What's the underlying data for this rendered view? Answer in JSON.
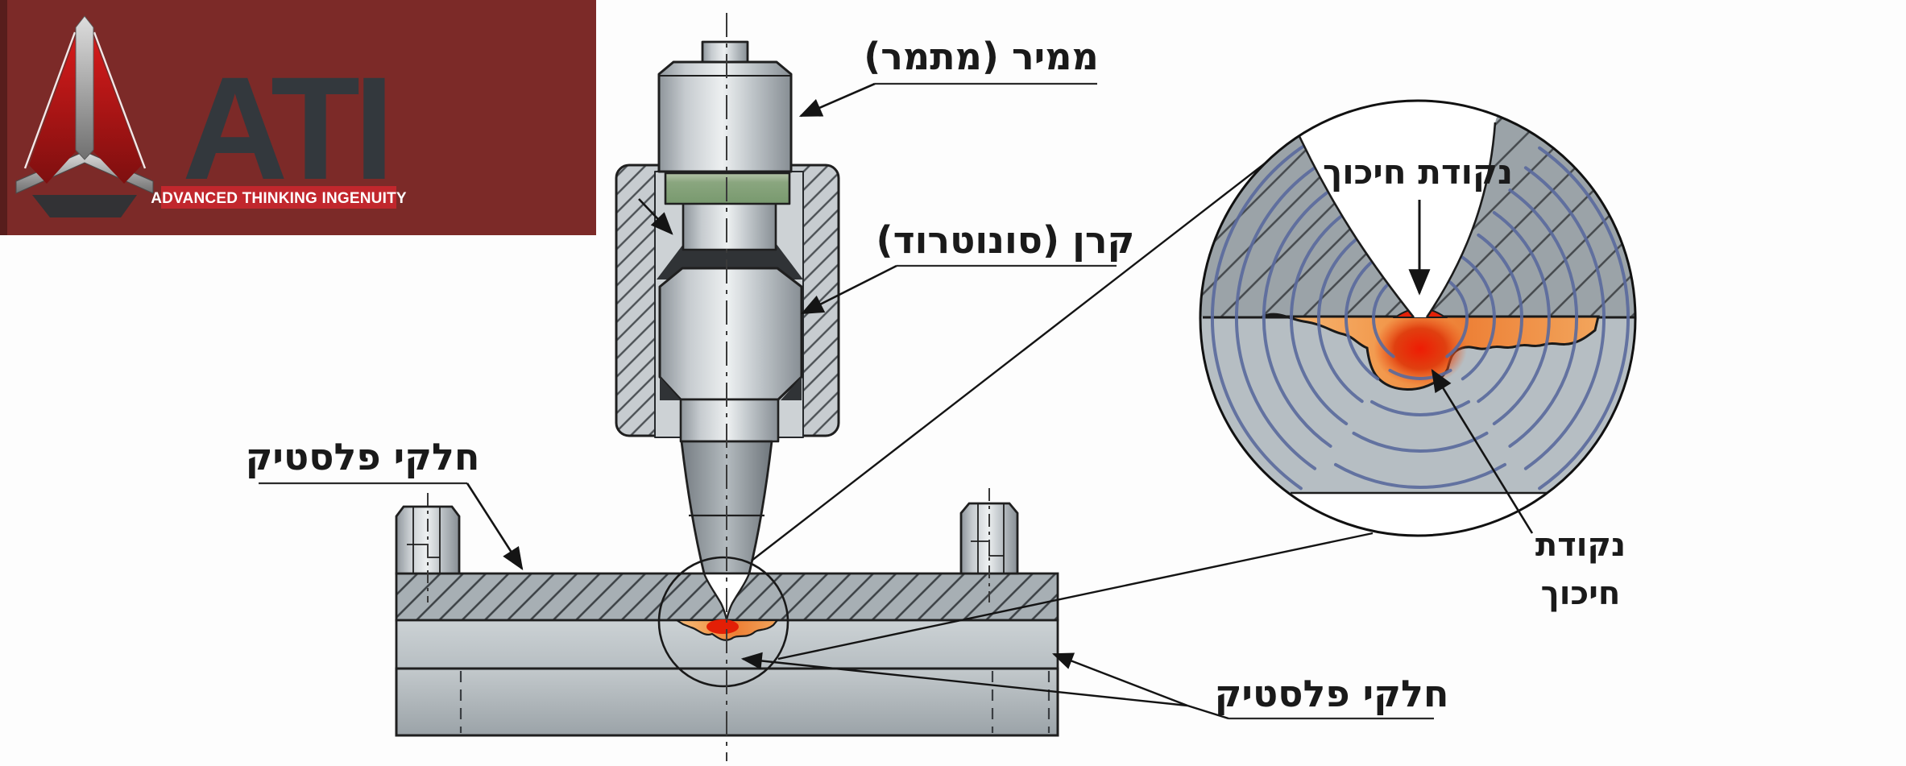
{
  "logo": {
    "brand": "ATI",
    "tagline": "ADVANCED THINKING INGENUITY"
  },
  "labels": {
    "converter": "ממיר (מתמר)",
    "horn": "קרן (סונוטרוד)",
    "plastic_parts_left": "חלקי פלסטיק",
    "plastic_parts_bottom": "חלקי פלסטיק",
    "friction_point_detail": "נקודת חיכוך",
    "friction_point_side_line1": "נקודת",
    "friction_point_side_line2": "חיכוך"
  },
  "colors": {
    "logo_background": "#7c2a28",
    "logo_banner_red": "#c1272d",
    "logo_triangle_red": "#c71d1d",
    "melt_red": "#e31f06",
    "melt_orange": "#f09048",
    "vibration_wave_blue": "#5a6a9d",
    "booster_ring_green": "#86a37a",
    "metal_gray": "#c6cbcf",
    "outline": "#1f1f1f"
  }
}
